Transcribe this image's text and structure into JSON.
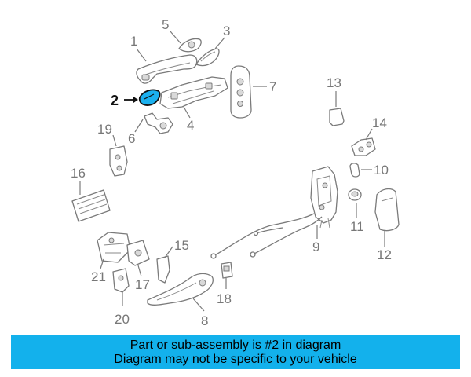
{
  "callouts": {
    "c1": "1",
    "c2": "2",
    "c3": "3",
    "c4": "4",
    "c5": "5",
    "c6": "6",
    "c7": "7",
    "c8": "8",
    "c9": "9",
    "c10": "10",
    "c11": "11",
    "c12": "12",
    "c13": "13",
    "c14": "14",
    "c15": "15",
    "c16": "16",
    "c17": "17",
    "c18": "18",
    "c19": "19",
    "c20": "20",
    "c21": "21"
  },
  "highlighted_part": "2",
  "colors": {
    "highlight": "#1bb0ee",
    "banner": "#13b1ec",
    "lines": "#7a7a7a"
  },
  "banner": {
    "line1": "Part or sub-assembly is #2 in diagram",
    "line2": "Diagram may not be specific to your vehicle"
  }
}
